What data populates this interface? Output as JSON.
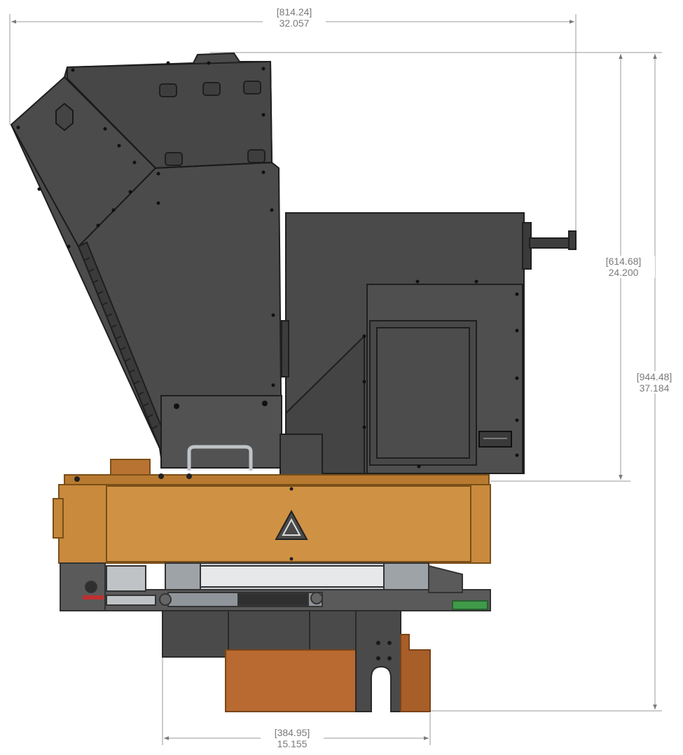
{
  "dimensions": {
    "overall_width": {
      "metric": "[814.24]",
      "imperial": "32.057"
    },
    "upper_height": {
      "metric": "[614.68]",
      "imperial": "24.200"
    },
    "overall_height": {
      "metric": "[944.48]",
      "imperial": "37.184"
    },
    "base_width": {
      "metric": "[384.95]",
      "imperial": "15.155"
    }
  },
  "colors": {
    "dark_body": "#4a4a4a",
    "dark_edge": "#1f1f1f",
    "orange": "#c98a3e",
    "orange_dark": "#8a5a1e",
    "copper": "#b86a30",
    "dim_line": "#8c8c8c",
    "metal": "#b4b8bc"
  }
}
